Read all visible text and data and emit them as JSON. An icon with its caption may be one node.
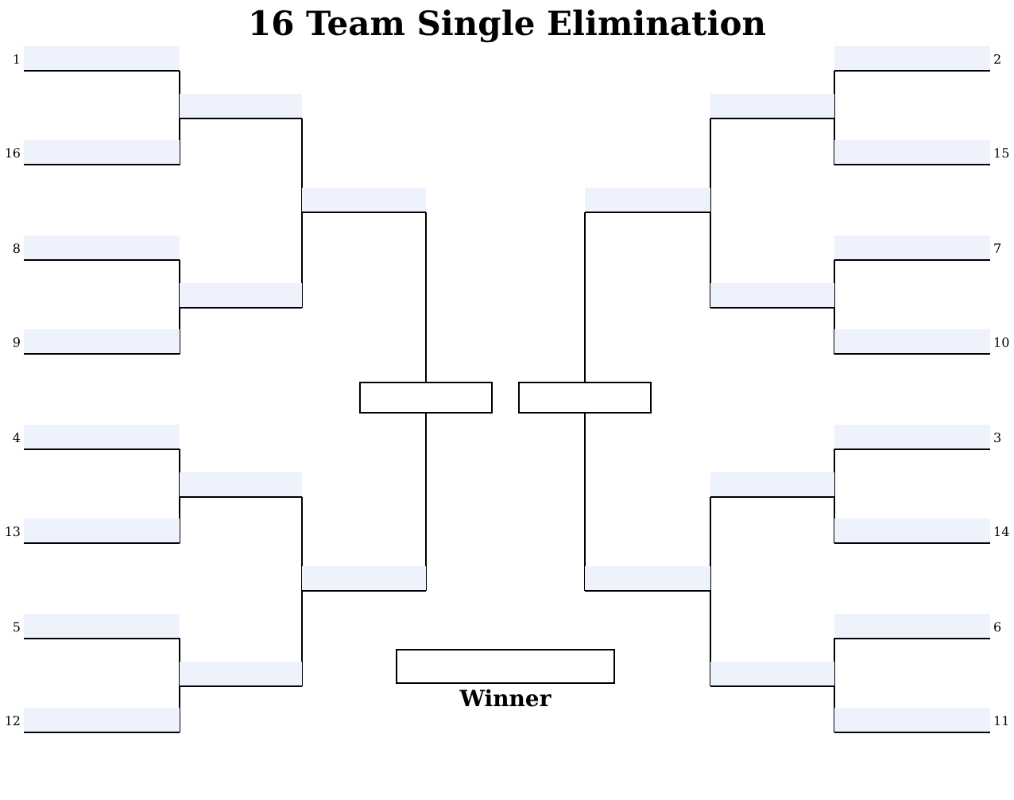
{
  "diagram": {
    "title": "16 Team Single Elimination",
    "nodes": [
      {
        "text": [],
        "shape": "bar",
        "beside": [
          "1"
        ]
      },
      {
        "text": [],
        "shape": "bar",
        "beside": [
          "16"
        ]
      },
      {
        "text": [],
        "shape": "bar",
        "beside": [
          "8"
        ]
      },
      {
        "text": [],
        "shape": "bar",
        "beside": [
          "9"
        ]
      },
      {
        "text": [],
        "shape": "bar",
        "beside": [
          "4"
        ]
      },
      {
        "text": [],
        "shape": "bar",
        "beside": [
          "13"
        ]
      },
      {
        "text": [],
        "shape": "bar",
        "beside": [
          "5"
        ]
      },
      {
        "text": [],
        "shape": "bar",
        "beside": [
          "12"
        ]
      },
      {
        "text": [],
        "shape": "bar"
      },
      {
        "text": [],
        "shape": "bar"
      },
      {
        "text": [],
        "shape": "bar"
      },
      {
        "text": [],
        "shape": "bar"
      },
      {
        "text": [],
        "shape": "bar"
      },
      {
        "text": [],
        "shape": "bar"
      },
      {
        "text": [],
        "shape": "box"
      },
      {
        "text": [],
        "shape": "box"
      },
      {
        "text": [],
        "shape": "bar"
      },
      {
        "text": [],
        "shape": "bar"
      },
      {
        "text": [],
        "shape": "bar"
      },
      {
        "text": [],
        "shape": "bar"
      },
      {
        "text": [],
        "shape": "bar"
      },
      {
        "text": [],
        "shape": "bar"
      },
      {
        "text": [],
        "shape": "bar",
        "beside": [
          "2"
        ]
      },
      {
        "text": [],
        "shape": "bar",
        "beside": [
          "15"
        ]
      },
      {
        "text": [],
        "shape": "bar",
        "beside": [
          "7"
        ]
      },
      {
        "text": [],
        "shape": "bar",
        "beside": [
          "10"
        ]
      },
      {
        "text": [],
        "shape": "bar",
        "beside": [
          "3"
        ]
      },
      {
        "text": [],
        "shape": "bar",
        "beside": [
          "14"
        ]
      },
      {
        "text": [],
        "shape": "bar",
        "beside": [
          "6"
        ]
      },
      {
        "text": [],
        "shape": "bar",
        "beside": [
          "11"
        ]
      },
      {
        "text": [
          "Winner"
        ]
      }
    ],
    "edges": [
      {
        "from": 0,
        "to": 8,
        "arrow": "none"
      },
      {
        "from": 1,
        "to": 8,
        "arrow": "none"
      },
      {
        "from": 2,
        "to": 9,
        "arrow": "none"
      },
      {
        "from": 3,
        "to": 9,
        "arrow": "none"
      },
      {
        "from": 4,
        "to": 10,
        "arrow": "none"
      },
      {
        "from": 5,
        "to": 10,
        "arrow": "none"
      },
      {
        "from": 6,
        "to": 11,
        "arrow": "none"
      },
      {
        "from": 7,
        "to": 11,
        "arrow": "none"
      },
      {
        "from": 8,
        "to": 12,
        "arrow": "none"
      },
      {
        "from": 9,
        "to": 12,
        "arrow": "none"
      },
      {
        "from": 10,
        "to": 13,
        "arrow": "none"
      },
      {
        "from": 11,
        "to": 13,
        "arrow": "none"
      },
      {
        "from": 12,
        "to": 14,
        "arrow": "none"
      },
      {
        "from": 13,
        "to": 14,
        "arrow": "none"
      },
      {
        "from": 16,
        "to": 15,
        "arrow": "none"
      },
      {
        "from": 17,
        "to": 15,
        "arrow": "none"
      },
      {
        "from": 18,
        "to": 16,
        "arrow": "none"
      },
      {
        "from": 19,
        "to": 16,
        "arrow": "none"
      },
      {
        "from": 20,
        "to": 17,
        "arrow": "none"
      },
      {
        "from": 21,
        "to": 17,
        "arrow": "none"
      },
      {
        "from": 22,
        "to": 18,
        "arrow": "none"
      },
      {
        "from": 23,
        "to": 18,
        "arrow": "none"
      },
      {
        "from": 24,
        "to": 19,
        "arrow": "none"
      },
      {
        "from": 25,
        "to": 19,
        "arrow": "none"
      },
      {
        "from": 26,
        "to": 20,
        "arrow": "none"
      },
      {
        "from": 27,
        "to": 20,
        "arrow": "none"
      },
      {
        "from": 28,
        "to": 21,
        "arrow": "none"
      },
      {
        "from": 29,
        "to": 21,
        "arrow": "none"
      }
    ]
  }
}
